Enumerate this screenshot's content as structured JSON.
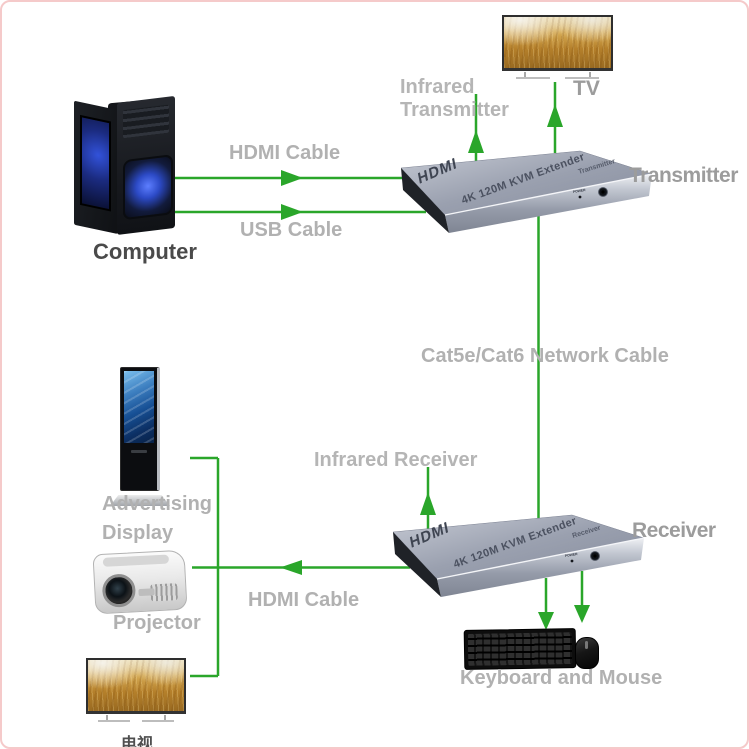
{
  "colors": {
    "cable_green": "#2aa62a",
    "label_light_gray": "#b1b1b1",
    "label_mid_gray": "#9c9c9c",
    "label_dark_gray": "#4a4a4a",
    "device_body_gray": "#99a0af",
    "frame_pink": "#f5caca"
  },
  "endpoints": {
    "computer": {
      "label": "Computer"
    },
    "tv_top": {
      "label": "TV"
    },
    "advertising_display": {
      "label_line1": "Advertising",
      "label_line2": "Display"
    },
    "projector": {
      "label": "Projector"
    },
    "tv_bottom": {
      "label": "电视"
    },
    "keyboard_mouse": {
      "label": "Keyboard and Mouse"
    }
  },
  "devices": {
    "transmitter": {
      "caption": "Transmitter",
      "brand": "HDMI",
      "model": "4K 120M KVM Extender",
      "unit_label": "Transmitter",
      "power_label": "POWER"
    },
    "receiver": {
      "caption": "Receiver",
      "brand": "HDMI",
      "model": "4K 120M KVM Extender",
      "unit_label": "Receiver",
      "power_label": "POWER"
    }
  },
  "cables": {
    "hdmi_top": "HDMI Cable",
    "usb": "USB Cable",
    "infrared_transmitter_line1": "Infrared",
    "infrared_transmitter_line2": "Transmitter",
    "network": "Cat5e/Cat6 Network Cable",
    "infrared_receiver": "Infrared Receiver",
    "hdmi_bottom": "HDMI Cable"
  }
}
